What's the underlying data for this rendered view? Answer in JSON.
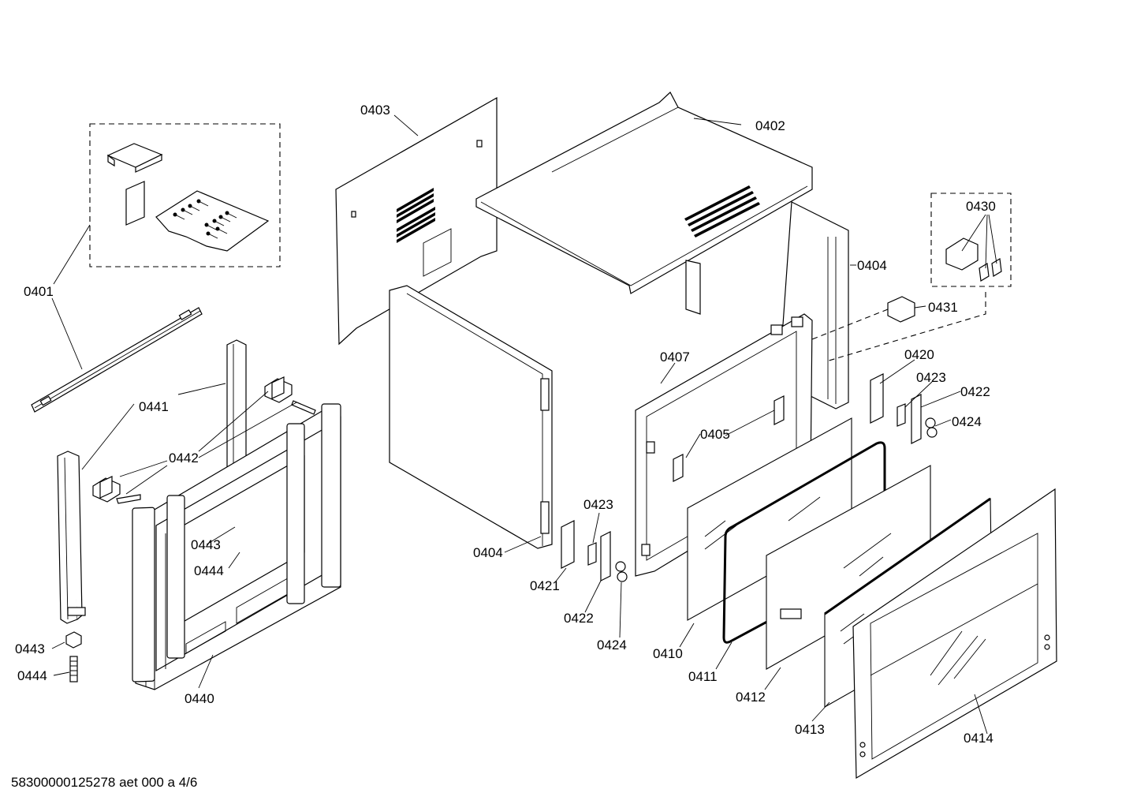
{
  "diagram": {
    "labels": {
      "p0401": "0401",
      "p0402": "0402",
      "p0403": "0403",
      "p0404a": "0404",
      "p0404b": "0404",
      "p0405": "0405",
      "p0407": "0407",
      "p0410": "0410",
      "p0411": "0411",
      "p0412": "0412",
      "p0413": "0413",
      "p0414": "0414",
      "p0420": "0420",
      "p0421": "0421",
      "p0422a": "0422",
      "p0422b": "0422",
      "p0423a": "0423",
      "p0423b": "0423",
      "p0424a": "0424",
      "p0424b": "0424",
      "p0430": "0430",
      "p0431": "0431",
      "p0440": "0440",
      "p0441": "0441",
      "p0442": "0442",
      "p0443a": "0443",
      "p0443b": "0443",
      "p0444a": "0444",
      "p0444b": "0444"
    },
    "footer": "58300000125278 aet 000 a 4/6"
  }
}
